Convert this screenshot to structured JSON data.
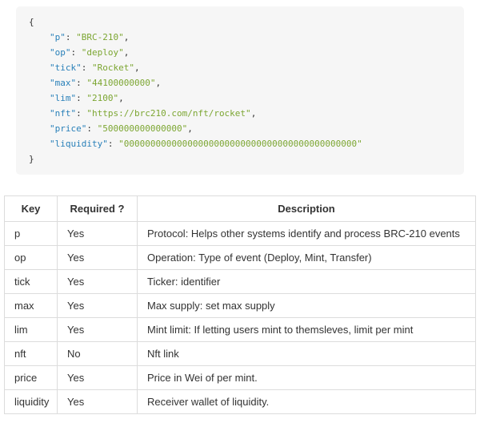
{
  "code_block": {
    "brace_open": "{",
    "brace_close": "}",
    "colon": ": ",
    "entries": [
      {
        "key": "\"p\"",
        "value": "\"BRC-210\"",
        "trail": ","
      },
      {
        "key": "\"op\"",
        "value": "\"deploy\"",
        "trail": ","
      },
      {
        "key": "\"tick\"",
        "value": "\"Rocket\"",
        "trail": ","
      },
      {
        "key": "\"max\"",
        "value": "\"44100000000\"",
        "trail": ","
      },
      {
        "key": "\"lim\"",
        "value": "\"2100\"",
        "trail": ","
      },
      {
        "key": "\"nft\"",
        "value": "\"https://brc210.com/nft/rocket\"",
        "trail": ","
      },
      {
        "key": "\"price\"",
        "value": "\"500000000000000\"",
        "trail": ","
      },
      {
        "key": "\"liquidity\"",
        "value": "\"00000000000000000000000000000000000000000000\"",
        "trail": ""
      }
    ]
  },
  "table": {
    "headers": [
      "Key",
      "Required ?",
      "Description"
    ],
    "rows": [
      {
        "key": "p",
        "required": "Yes",
        "description": "Protocol: Helps other systems identify and process BRC-210 events"
      },
      {
        "key": "op",
        "required": "Yes",
        "description": "Operation: Type of event (Deploy, Mint, Transfer)"
      },
      {
        "key": "tick",
        "required": "Yes",
        "description": "Ticker: identifier"
      },
      {
        "key": "max",
        "required": "Yes",
        "description": "Max supply: set max supply"
      },
      {
        "key": "lim",
        "required": "Yes",
        "description": "Mint limit: If letting users mint to themsleves, limit per mint"
      },
      {
        "key": "nft",
        "required": "No",
        "description": "Nft link"
      },
      {
        "key": "price",
        "required": "Yes",
        "description": "Price in Wei of per mint."
      },
      {
        "key": "liquidity",
        "required": "Yes",
        "description": "Receiver wallet of liquidity."
      }
    ]
  },
  "colors": {
    "code_key": "#2980b9",
    "code_value": "#7ca632",
    "code_background": "#f6f6f6",
    "table_border": "#dcdcdc"
  }
}
